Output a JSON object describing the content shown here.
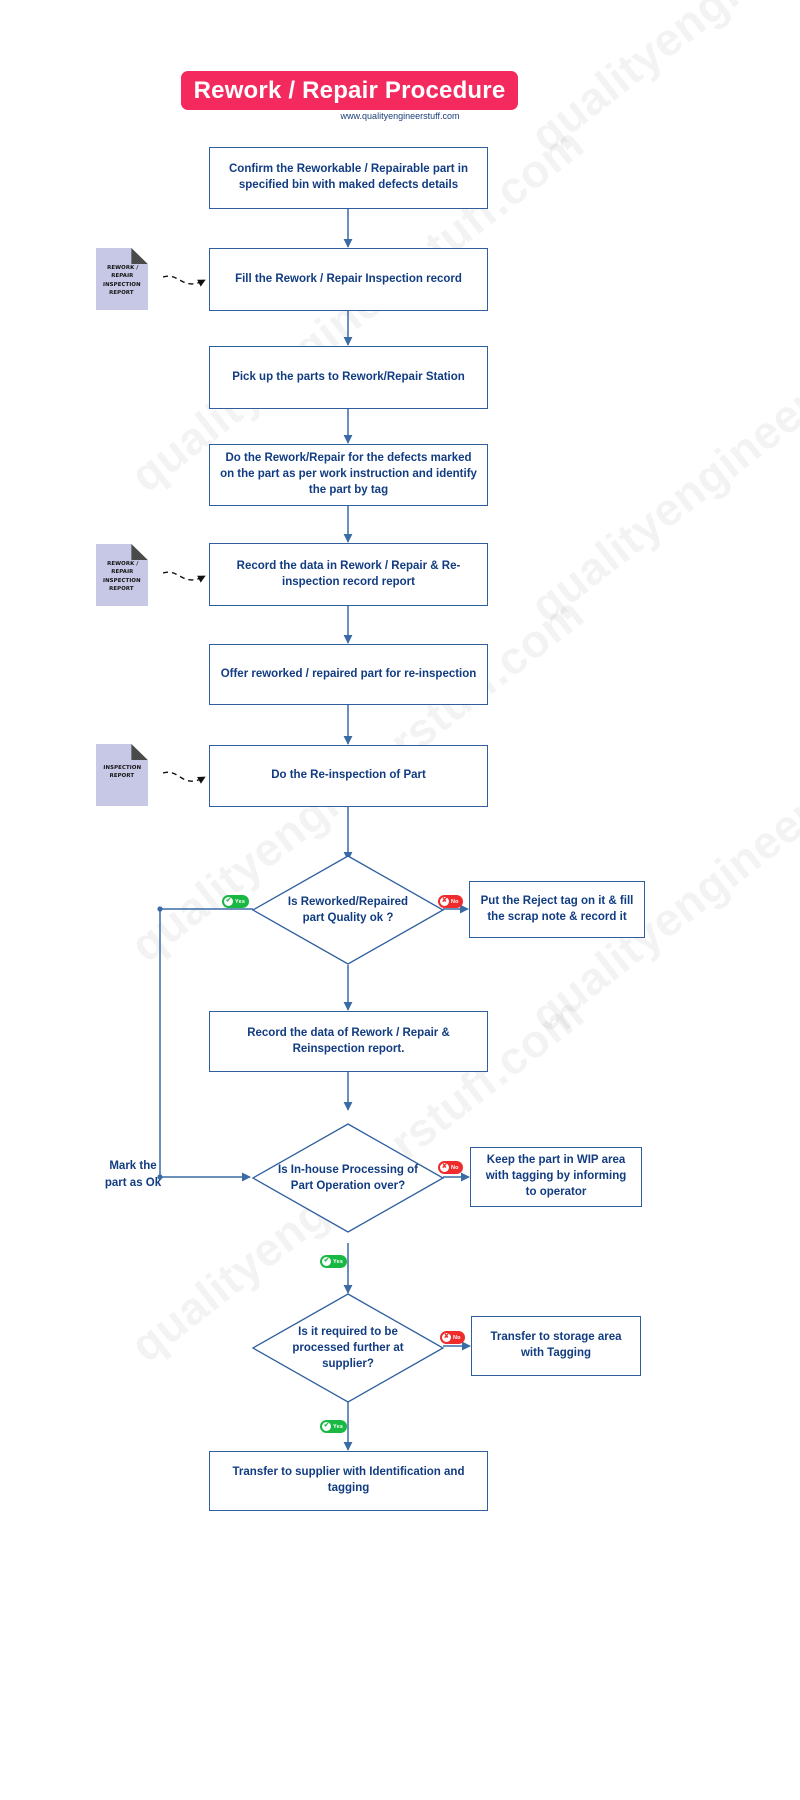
{
  "header": {
    "title": "Rework / Repair Procedure",
    "subtitle": "www.qualityengineerstuff.com",
    "banner_color": "#F42A5F",
    "text_color": "#FFFFFF"
  },
  "theme": {
    "box_border": "#2E5E9E",
    "box_text": "#123C82",
    "connector": "#3A6BA5",
    "doc_fill": "#C7C7E6",
    "doc_fold": "#4A4A4A",
    "yes_color": "#18B842",
    "no_color": "#EF2B2B"
  },
  "watermark": {
    "text": "qualityengineerstuff.com"
  },
  "flow": {
    "steps": [
      {
        "id": "confirm-part",
        "label": "Confirm the Reworkable / Repairable part in specified bin with maked defects details"
      },
      {
        "id": "fill-record",
        "label": "Fill the Rework / Repair Inspection record"
      },
      {
        "id": "pick-up-parts",
        "label": "Pick up the parts to Rework/Repair Station"
      },
      {
        "id": "do-rework",
        "label": "Do the Rework/Repair for the defects marked on the part as per work instruction and identify the part by tag"
      },
      {
        "id": "record-data",
        "label": "Record the data in Rework / Repair &  Re-inspection record  report"
      },
      {
        "id": "offer-reinspection",
        "label": "Offer reworked / repaired part for re-inspection"
      },
      {
        "id": "do-reinspection",
        "label": "Do the Re-inspection of Part"
      },
      {
        "id": "record-rework-data",
        "label": "Record the data of Rework / Repair & Reinspection  report."
      },
      {
        "id": "transfer-supplier",
        "label": "Transfer to supplier with Identification and tagging"
      }
    ],
    "decisions": [
      {
        "id": "quality-ok",
        "label": "Is Reworked/Repaired part Quality ok ?"
      },
      {
        "id": "inhouse-over",
        "label": "Is In-house Processing of Part Operation over?"
      },
      {
        "id": "supplier-further",
        "label": "Is it required to be processed further at supplier?"
      }
    ],
    "outcomes": [
      {
        "id": "reject-tag",
        "label": "Put the Reject tag on it  & fill the scrap note & record it"
      },
      {
        "id": "keep-wip",
        "label": "Keep the part in WIP area with tagging by informing to operator"
      },
      {
        "id": "transfer-store",
        "label": "Transfer to storage area with Tagging"
      }
    ],
    "documents": [
      {
        "id": "doc-rework-inspection-1",
        "lines": [
          "REWORK /",
          "REPAIR",
          "INSPECTION",
          "REPORT"
        ]
      },
      {
        "id": "doc-rework-inspection-2",
        "lines": [
          "REWORK /",
          "REPAIR",
          "INSPECTION",
          "REPORT"
        ]
      },
      {
        "id": "doc-inspection",
        "lines": [
          "INSPECTION",
          "REPORT"
        ]
      }
    ],
    "branch_labels": {
      "yes": "Yes",
      "no": "No",
      "yes_glyph": "✔",
      "no_glyph": "✘"
    },
    "side_note": "Mark the part as Ok"
  }
}
